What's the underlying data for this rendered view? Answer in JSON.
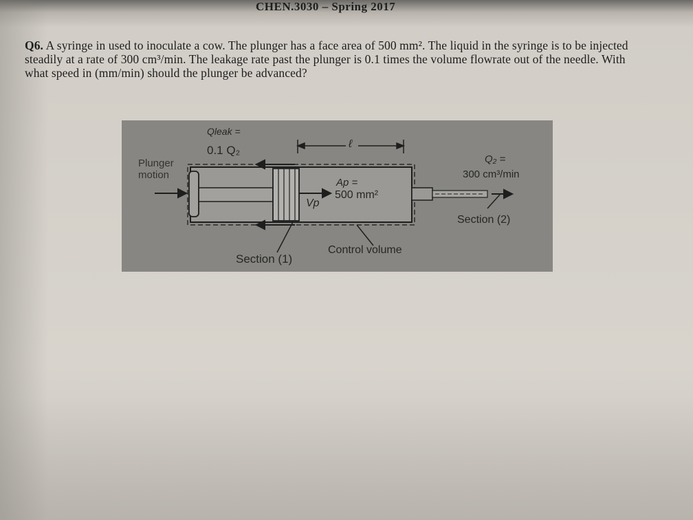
{
  "header": {
    "title": "CHEN.3030 – Spring 2017"
  },
  "question": {
    "number": "Q6.",
    "text": "A syringe in used to inoculate a cow. The plunger has a face area of 500 mm². The liquid in the syringe is to be injected steadily at a rate of 300 cm³/min. The leakage rate past the plunger is 0.1 times the volume flowrate out of the needle. With what speed in (mm/min) should the plunger be advanced?"
  },
  "figure": {
    "q_leak_label": "Qleak =",
    "q_leak_value": "0.1 Q₂",
    "length_label": "ℓ",
    "plunger_motion": "Plunger motion",
    "area_label": "Ap =",
    "area_value": "500 mm²",
    "velocity_label": "Vp",
    "q2_label": "Q₂ =",
    "q2_value": "300 cm³/min",
    "section2_label": "Section (2)",
    "section1_label": "Section (1)",
    "control_volume_label": "Control volume"
  },
  "colors": {
    "figure_bg": "#878682",
    "ink": "#262626"
  }
}
